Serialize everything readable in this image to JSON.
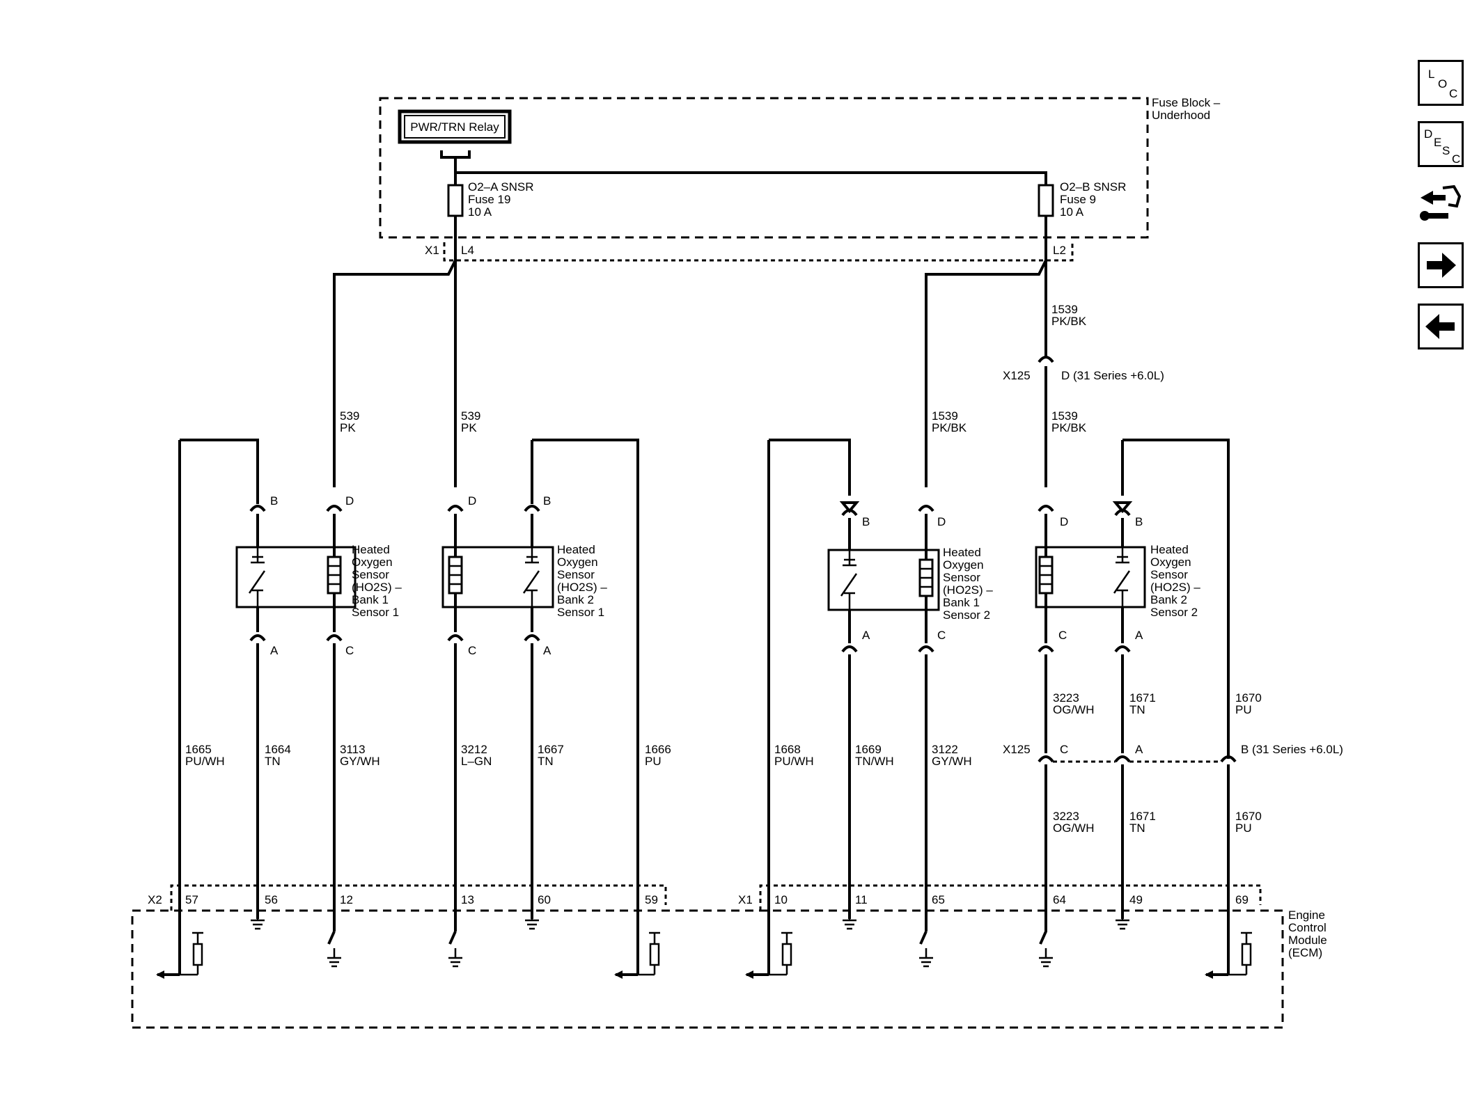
{
  "fuse_block": {
    "title_line1": "Fuse Block –",
    "title_line2": "Underhood",
    "relay": "PWR/TRN Relay",
    "fuse_a": [
      "O2–A SNSR",
      "Fuse 19",
      "10 A"
    ],
    "fuse_b": [
      "O2–B SNSR",
      "Fuse 9",
      "10 A"
    ],
    "conn_x1": "X1",
    "pin_l4": "L4",
    "pin_l2": "L2"
  },
  "wires_upper": {
    "w539a": [
      "539",
      "PK"
    ],
    "w539b": [
      "539",
      "PK"
    ],
    "w1539a": [
      "1539",
      "PK/BK"
    ],
    "w1539_top": [
      "1539",
      "PK/BK"
    ],
    "w1539b": [
      "1539",
      "PK/BK"
    ]
  },
  "x125_upper": {
    "conn": "X125",
    "label": "D (31 Series +6.0L)"
  },
  "sensors": [
    {
      "lines": [
        "Heated",
        "Oxygen",
        "Sensor",
        "(HO2S)  –",
        "Bank 1",
        "Sensor 1"
      ]
    },
    {
      "lines": [
        "Heated",
        "Oxygen",
        "Sensor",
        "(HO2S)  –",
        "Bank 2",
        "Sensor 1"
      ]
    },
    {
      "lines": [
        "Heated",
        "Oxygen",
        "Sensor",
        "(HO2S)  –",
        "Bank 1",
        "Sensor 2"
      ]
    },
    {
      "lines": [
        "Heated",
        "Oxygen",
        "Sensor",
        "(HO2S)  –",
        "Bank 2",
        "Sensor 2"
      ]
    }
  ],
  "pins": {
    "s1": {
      "b": "B",
      "d": "D",
      "a": "A",
      "c": "C"
    },
    "s2": {
      "d": "D",
      "b": "B",
      "c": "C",
      "a": "A"
    },
    "s3": {
      "b": "B",
      "d": "D",
      "a": "A",
      "c": "C"
    },
    "s4": {
      "d": "D",
      "b": "B",
      "c": "C",
      "a": "A"
    }
  },
  "wires_lower": {
    "w1665": [
      "1665",
      "PU/WH"
    ],
    "w1664": [
      "1664",
      "TN"
    ],
    "w3113": [
      "3113",
      "GY/WH"
    ],
    "w3212": [
      "3212",
      "L–GN"
    ],
    "w1667": [
      "1667",
      "TN"
    ],
    "w1666": [
      "1666",
      "PU"
    ],
    "w1668": [
      "1668",
      "PU/WH"
    ],
    "w1669": [
      "1669",
      "TN/WH"
    ],
    "w3122": [
      "3122",
      "GY/WH"
    ],
    "w3223a": [
      "3223",
      "OG/WH"
    ],
    "w1671a": [
      "1671",
      "TN"
    ],
    "w1670a": [
      "1670",
      "PU"
    ],
    "w3223b": [
      "3223",
      "OG/WH"
    ],
    "w1671b": [
      "1671",
      "TN"
    ],
    "w1670b": [
      "1670",
      "PU"
    ]
  },
  "x125_lower": {
    "conn": "X125",
    "c": "C",
    "a": "A",
    "b": "B (31 Series +6.0L)"
  },
  "ecm": {
    "title": [
      "Engine",
      "Control",
      "Module",
      "(ECM)"
    ],
    "x2": "X2",
    "x1": "X1",
    "x2_pins": [
      "57",
      "56",
      "12",
      "13",
      "60",
      "59"
    ],
    "x1_pins": [
      "10",
      "11",
      "65",
      "64",
      "49",
      "69"
    ]
  },
  "nav": {
    "loc": [
      "L",
      "O",
      "C"
    ],
    "desc": [
      "D",
      "E",
      "S",
      "C"
    ],
    "icons": [
      "connector-end-view-icon",
      "arrow-right-icon",
      "arrow-left-icon"
    ]
  }
}
